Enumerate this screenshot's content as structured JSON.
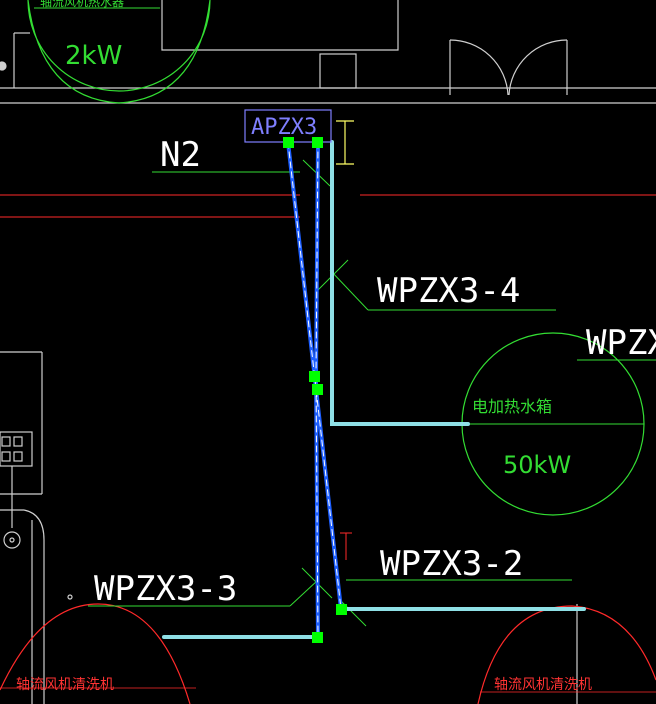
{
  "colors": {
    "background": "#000000",
    "wall": "#cfcfcf",
    "equipment": "#33dd33",
    "panel": "#7f7fff",
    "cable_highlight": "#1e5fff",
    "conduit": "#8fe0e6",
    "grip": "#00ff00",
    "red_lines": "#ff2a2a",
    "dimension": "#ffff66"
  },
  "panel": {
    "name": "APZX3"
  },
  "labels": {
    "n2": "N2",
    "circuit_4": "WPZX3-4",
    "circuit_edge": "WPZX",
    "circuit_2": "WPZX3-2",
    "circuit_3": "WPZX3-3"
  },
  "equipment": {
    "top_heater": {
      "power": "2kW",
      "name_partial": "轴流风机热水器"
    },
    "water_heater": {
      "name": "电加热水箱",
      "power": "50kW"
    },
    "bottom_left": {
      "name": "轴流风机清洗机"
    },
    "bottom_right": {
      "name": "轴流风机清洗机"
    }
  }
}
